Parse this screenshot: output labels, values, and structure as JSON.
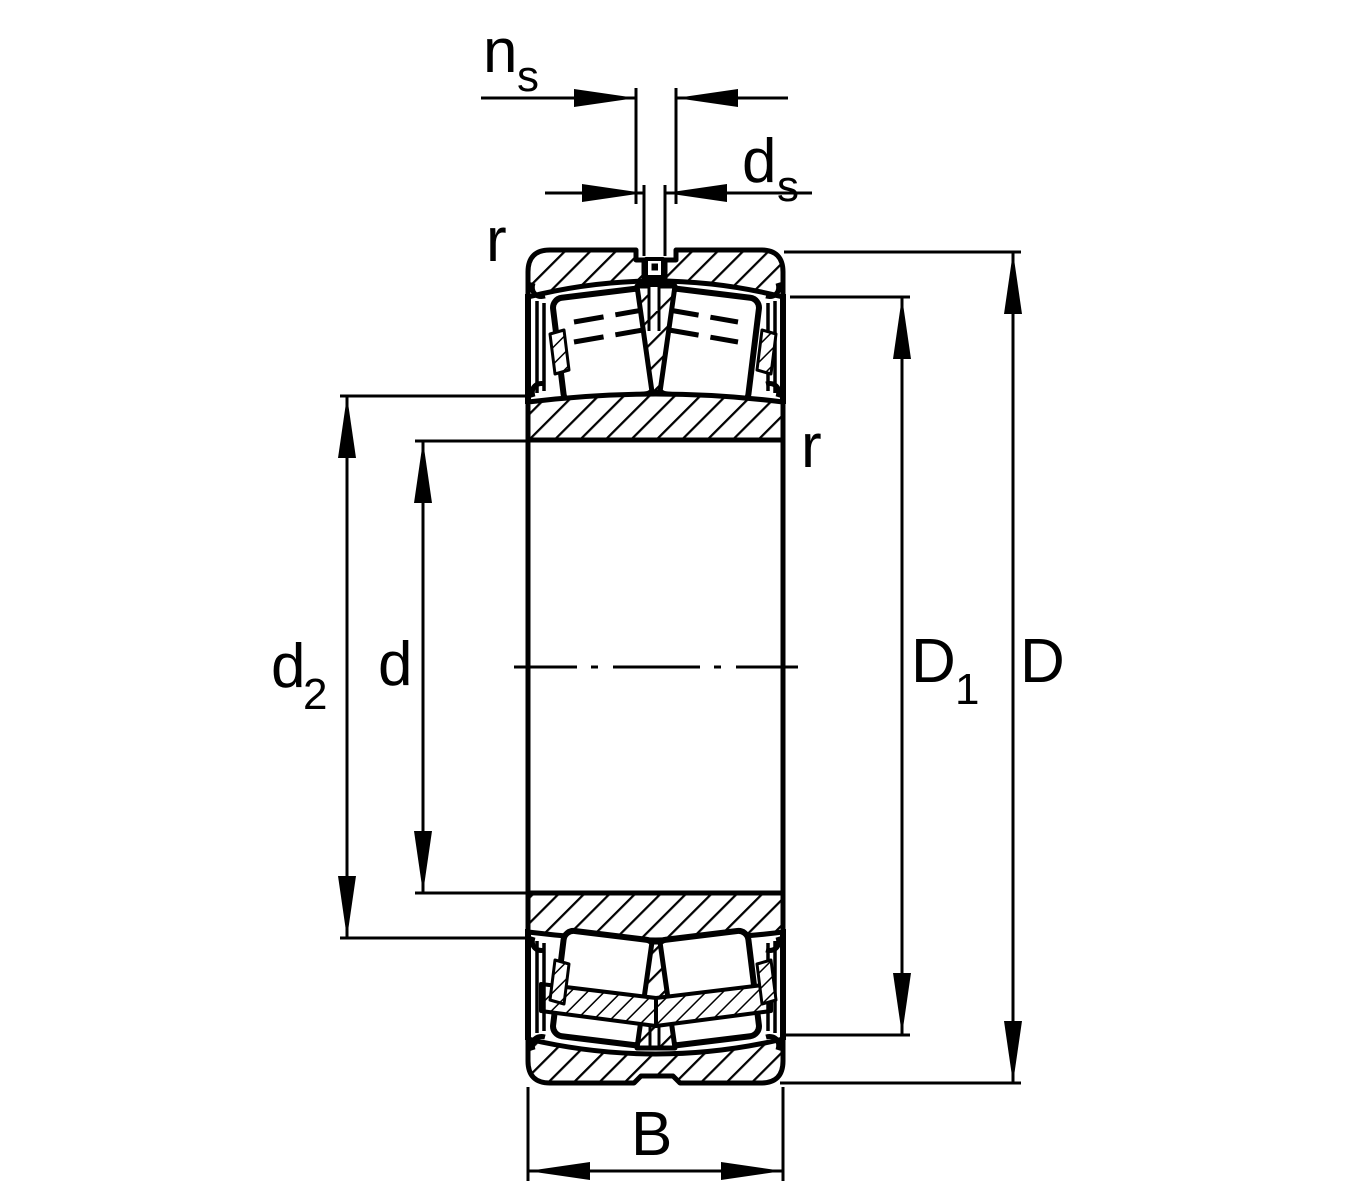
{
  "diagram": {
    "type": "technical-drawing",
    "subject": "Spherical roller bearing cross-section with boundary dimension annotations",
    "colors": {
      "line": "#000000",
      "background": "#ffffff"
    },
    "dimensions": {
      "ns": {
        "base": "n",
        "sub": "s"
      },
      "ds": {
        "base": "d",
        "sub": "s"
      },
      "r_top_left": {
        "base": "r"
      },
      "r_right": {
        "base": "r"
      },
      "d2": {
        "base": "d",
        "sub": "2"
      },
      "d": {
        "base": "d"
      },
      "D1": {
        "base": "D",
        "sub": "1"
      },
      "D": {
        "base": "D"
      },
      "B": {
        "base": "B"
      }
    }
  }
}
